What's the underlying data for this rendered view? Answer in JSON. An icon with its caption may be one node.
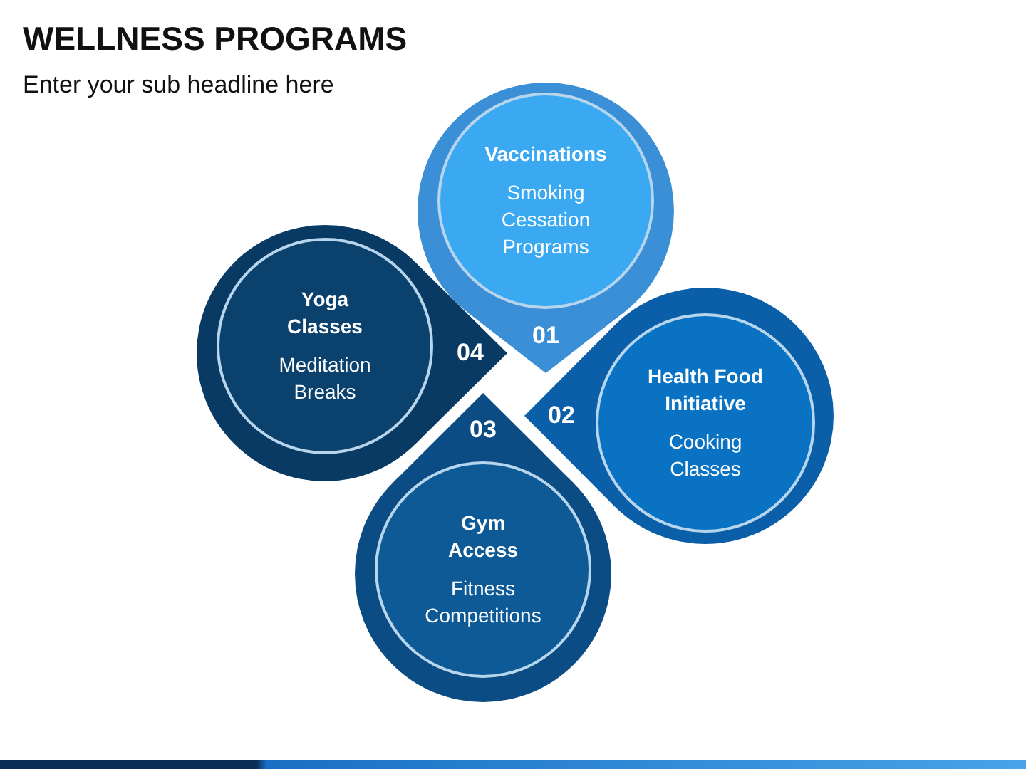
{
  "diagram": {
    "title": "WELLNESS PROGRAMS",
    "nodes": [
      {
        "text": [
          "01"
        ]
      },
      {
        "text": [
          "Vaccinations",
          "Smoking Cessation Programs"
        ],
        "in": 0
      },
      {
        "text": [
          "02"
        ]
      },
      {
        "text": [
          "Health Food Initiative",
          "Cooking Classes"
        ],
        "in": 2
      },
      {
        "text": [
          "03"
        ]
      },
      {
        "text": [
          "Gym Access",
          "Fitness Competitions"
        ],
        "in": 4
      },
      {
        "text": [
          "04"
        ]
      },
      {
        "text": [
          "Yoga Classes",
          "Meditation Breaks"
        ],
        "in": 6
      }
    ],
    "labels": [
      "Enter your sub headline here"
    ]
  }
}
